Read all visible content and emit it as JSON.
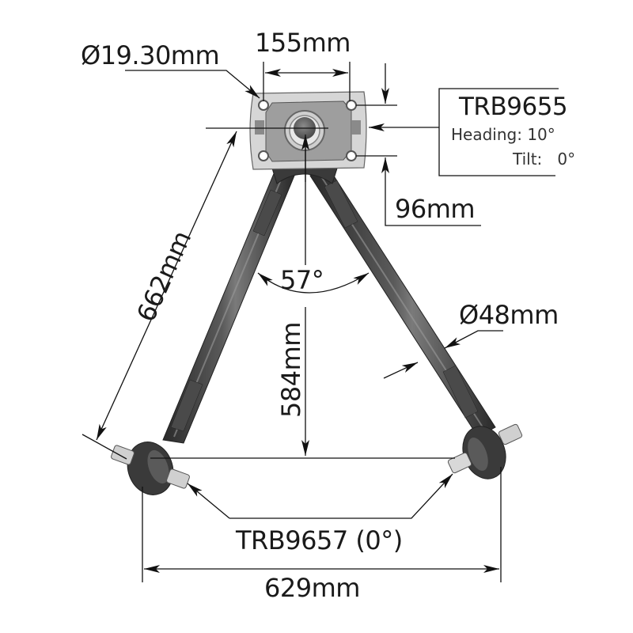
{
  "diagram": {
    "title_part": "TRB9655",
    "heading_label": "Heading: 10°",
    "tilt_label": "Tilt:   0°",
    "bottom_part": "TRB9657 (0°)",
    "dimensions": {
      "bolt_hole_diameter": "Ø19.30mm",
      "bolt_spacing": "155mm",
      "plate_height": "96mm",
      "arm_length": "662mm",
      "arm_angle": "57°",
      "vertical_height": "584mm",
      "tube_diameter": "Ø48mm",
      "bush_width": "629mm"
    },
    "colors": {
      "arm": "#3c3c3c",
      "arm_highlight": "#8a8a8a",
      "plate": "#d4d4d4",
      "plate_inner": "#9a9a9a",
      "line": "#111111"
    }
  }
}
